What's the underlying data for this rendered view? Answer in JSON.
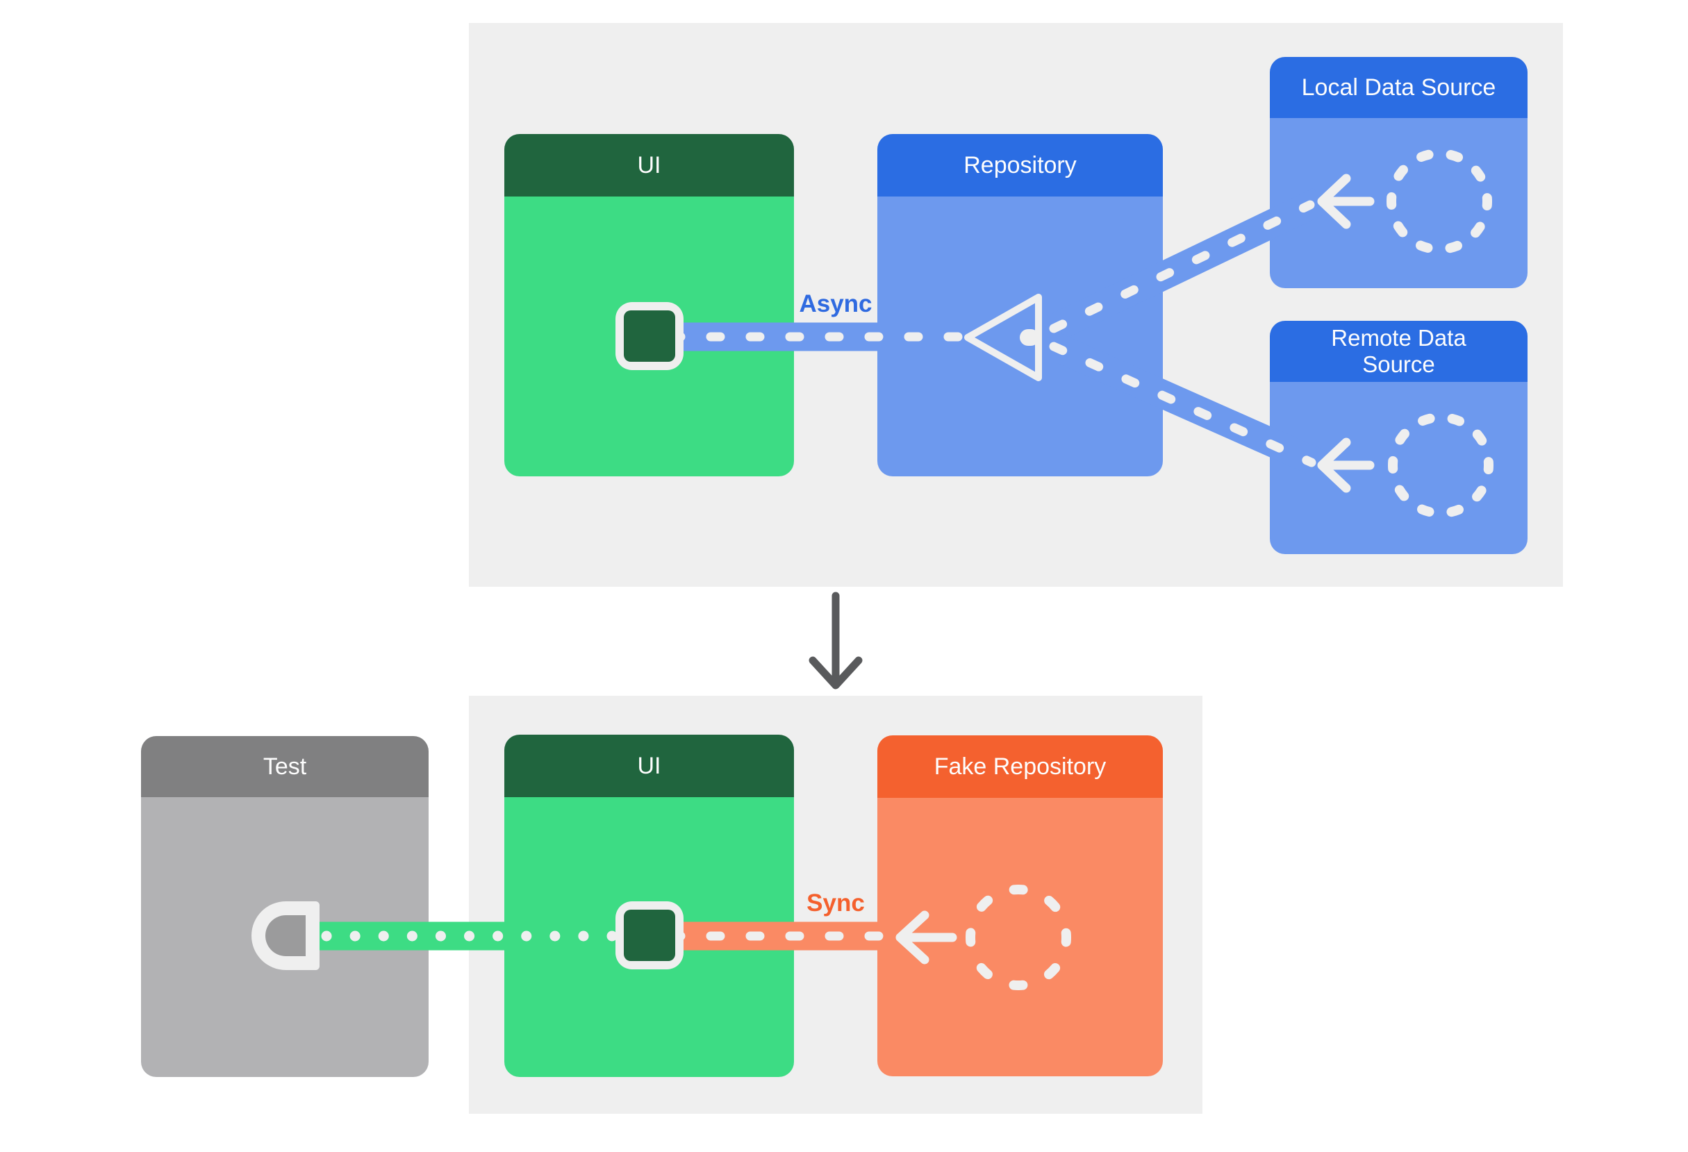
{
  "cards": {
    "ui_top": {
      "title": "UI"
    },
    "repository": {
      "title": "Repository"
    },
    "local_data_source": {
      "title": "Local Data Source"
    },
    "remote_data_source": {
      "title": "Remote Data Source"
    },
    "test": {
      "title": "Test"
    },
    "ui_bottom": {
      "title": "UI"
    },
    "fake_repository": {
      "title": "Fake Repository"
    }
  },
  "labels": {
    "async": "Async",
    "sync": "Sync"
  },
  "icons": [
    "viewmodel-square-icon",
    "repository-triangle-icon",
    "data-source-dashed-circle-icon",
    "left-arrow-icon",
    "test-probe-icon",
    "down-arrow-icon"
  ],
  "colors": {
    "page_bg": "#ffffff",
    "panel_bg": "#efefef",
    "green_header": "#20653e",
    "green_body": "#3ddc84",
    "blue_header": "#2b6de3",
    "blue_body": "#6d99ee",
    "orange_header": "#f4612f",
    "orange_body": "#fa8a64",
    "gray_header": "#808081",
    "gray_body": "#b2b2b4",
    "connector_white": "#efefef",
    "async_text": "#2f6ae0",
    "sync_text": "#f4602d",
    "down_arrow": "#595a5c"
  }
}
